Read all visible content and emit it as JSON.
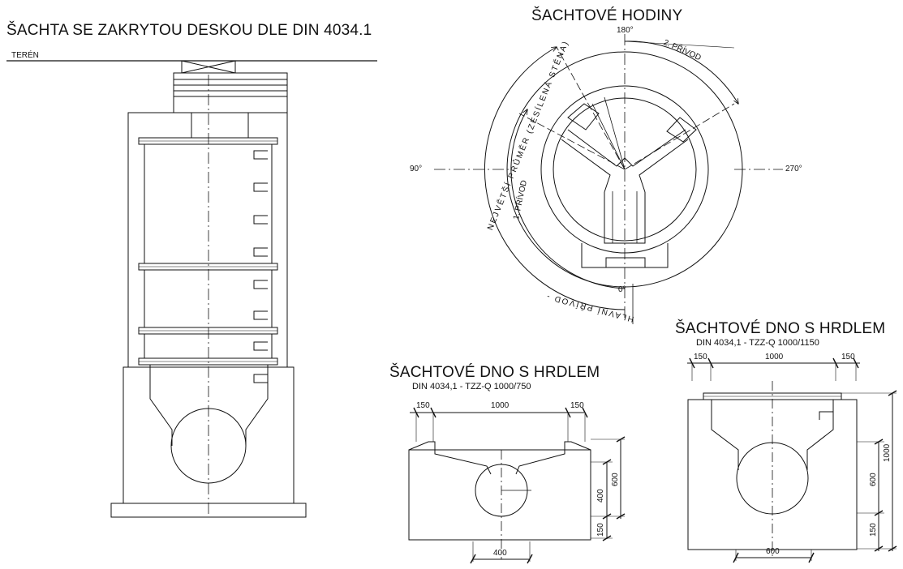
{
  "drawings": {
    "main_section": {
      "title": "ŠACHTA SE ZAKRYTOU DESKOU DLE DIN 4034.1",
      "ground_label": "TERÉN"
    },
    "clock": {
      "title": "ŠACHTOVÉ HODINY",
      "angle_180": "180°",
      "angle_90": "90°",
      "angle_270": "270°",
      "angle_0": "0°",
      "inlet_2": "2. PŘÍVOD",
      "inlet_1": "1. PŘÍVOD",
      "max_diameter": "NEJVĚTŠÍ PRŮMĚR (ZESÍLENÁ STĚNA)",
      "main_inlet": "HLAVNÍ PŘÍVOD -"
    },
    "bottom_750": {
      "title": "ŠACHTOVÉ DNO S HRDLEM",
      "subtitle": "DIN 4034,1 - TZZ-Q 1000/750",
      "dims": {
        "top_left": "150",
        "top_mid": "1000",
        "top_right": "150",
        "right_outer": "600",
        "right_inner": "400",
        "right_bottom": "150",
        "bottom": "400"
      }
    },
    "bottom_1150": {
      "title": "ŠACHTOVÉ DNO S HRDLEM",
      "subtitle": "DIN 4034,1 - TZZ-Q 1000/1150",
      "dims": {
        "top_left": "150",
        "top_mid": "1000",
        "top_right": "150",
        "right_outer": "1000",
        "right_inner": "600",
        "right_bottom": "150",
        "bottom": "600"
      }
    }
  }
}
